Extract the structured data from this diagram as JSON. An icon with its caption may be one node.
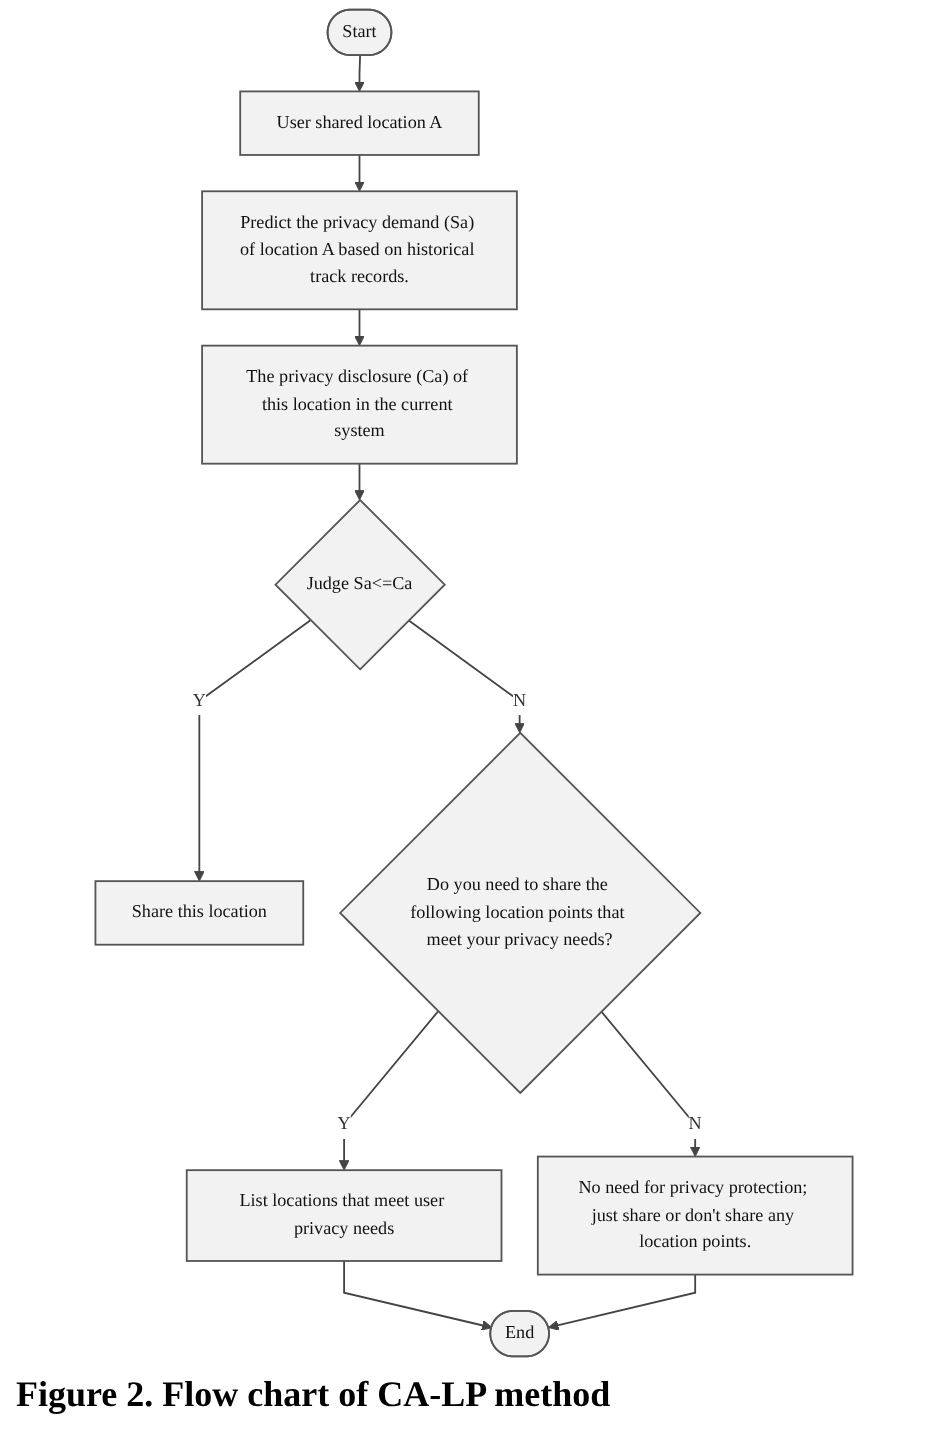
{
  "diagram": {
    "caption": "Figure 2. Flow chart of CA-LP method",
    "nodes": [
      {
        "text": [
          "Start"
        ]
      },
      {
        "text": [
          "User shared location A"
        ]
      },
      {
        "text": [
          "Predict the privacy demand (Sa) of location A based on historical track records."
        ]
      },
      {
        "text": [
          "The privacy disclosure (Ca) of this location in the current system"
        ]
      },
      {
        "text": [
          "Judge Sa<=Ca"
        ]
      },
      {
        "text": [
          "Share this location"
        ]
      },
      {
        "text": [
          "Do you need to share the following location points that meet your privacy needs?"
        ]
      },
      {
        "text": [
          "No need for privacy protection; just share or don't share any location points."
        ]
      },
      {
        "text": [
          "List locations that meet user privacy needs"
        ]
      },
      {
        "text": [
          "End"
        ]
      }
    ],
    "edges": [
      {
        "from": 0,
        "to": 1,
        "arrow": "to"
      },
      {
        "from": 1,
        "to": 2,
        "arrow": "to"
      },
      {
        "from": 2,
        "to": 3,
        "arrow": "to"
      },
      {
        "from": 3,
        "to": 4,
        "arrow": "to"
      },
      {
        "from": 4,
        "to": 5,
        "arrow": "to",
        "label": "Y"
      },
      {
        "from": 4,
        "to": 6,
        "arrow": "to",
        "label": "N"
      },
      {
        "from": 6,
        "to": 7,
        "arrow": "to",
        "label": "N"
      },
      {
        "from": 6,
        "to": 8,
        "arrow": "to",
        "label": "Y"
      },
      {
        "from": 8,
        "to": 9,
        "arrow": "to"
      },
      {
        "from": 7,
        "to": 9,
        "arrow": "to"
      }
    ]
  }
}
